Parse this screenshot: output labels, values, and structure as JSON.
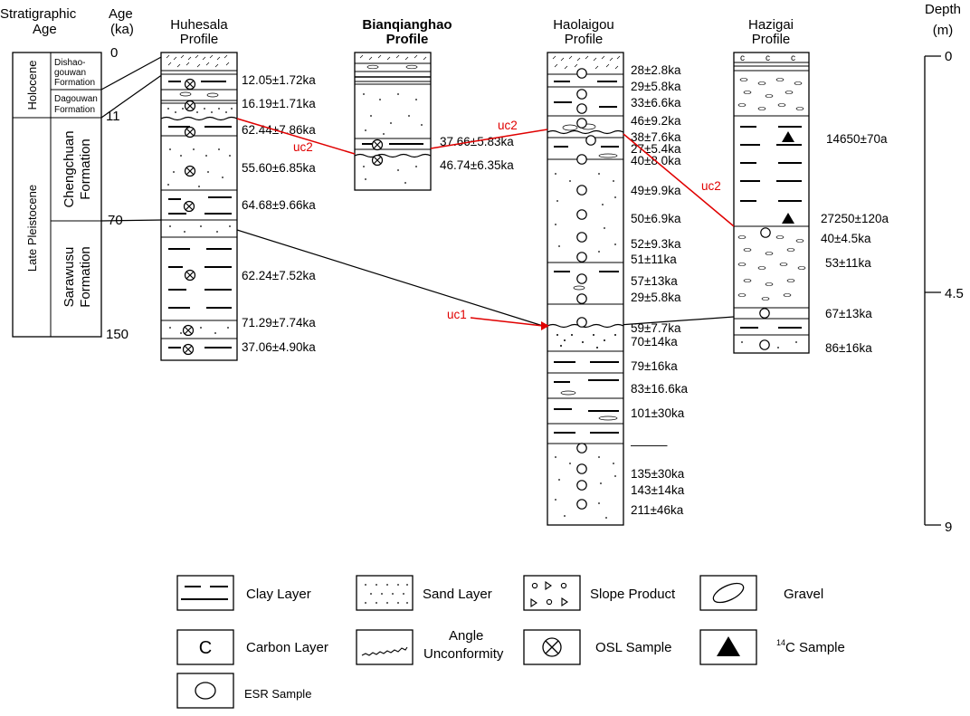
{
  "strat_column": {
    "header_stratigraphic": "Stratigraphic",
    "header_age_word": "Age",
    "header_age": "Age",
    "header_ka": "(ka)",
    "epoch_holocene": "Holocene",
    "epoch_late_pleistocene": "Late Pleistocene",
    "formations": [
      "Dishao-",
      "gouwan",
      "Formation",
      "Dagouwan",
      "Formation"
    ],
    "formation_chengchuan": [
      "Chengchuan",
      "Formation"
    ],
    "formation_sarawusu": [
      "Sarawusu",
      "Formation"
    ],
    "age_ticks": [
      "0",
      "11",
      "70",
      "150"
    ]
  },
  "profiles": {
    "huhesala": {
      "title": [
        "Huhesala",
        "Profile"
      ],
      "ages": [
        "12.05±1.72ka",
        "16.19±1.71ka",
        "62.44±7.86ka",
        "55.60±6.85ka",
        "64.68±9.66ka",
        "62.24±7.52ka",
        "71.29±7.74ka",
        "37.06±4.90ka"
      ]
    },
    "bianqianghao": {
      "title": [
        "Bianqianghao",
        "Profile"
      ],
      "ages": [
        "37.66±5.83ka",
        "46.74±6.35ka"
      ]
    },
    "haolaigou": {
      "title": [
        "Haolaigou",
        "Profile"
      ],
      "ages": [
        "28±2.8ka",
        "29±5.8ka",
        "33±6.6ka",
        "46±9.2ka",
        "38±7.6ka",
        "27±5.4ka",
        "40±8.0ka",
        "49±9.9ka",
        "50±6.9ka",
        "52±9.3ka",
        "51±11ka",
        "57±13ka",
        "29±5.8ka",
        "59±7.7ka",
        "70±14ka",
        "79±16ka",
        "83±16.6ka",
        "101±30ka",
        "———",
        "135±30ka",
        "143±14ka",
        "211±46ka"
      ]
    },
    "hazigai": {
      "title": [
        "Hazigai",
        "Profile"
      ],
      "ages": [
        "14650±70a",
        "27250±120a",
        "40±4.5ka",
        "53±11ka",
        "67±13ka",
        "86±16ka"
      ]
    }
  },
  "unconformities": {
    "uc2_a": "uc2",
    "uc2_b": "uc2",
    "uc2_c": "uc2",
    "uc1": "uc1"
  },
  "depth_axis": {
    "title": [
      "Depth",
      "(m)"
    ],
    "ticks": [
      "0",
      "4.5",
      "9"
    ]
  },
  "legend": {
    "clay": "Clay Layer",
    "sand": "Sand Layer",
    "slope": "Slope Product",
    "gravel": "Gravel",
    "carbon": "Carbon Layer",
    "carbon_symbol": "C",
    "unconformity": [
      "Angle",
      "Unconformity"
    ],
    "osl": "OSL Sample",
    "c14_sup": "14",
    "c14": "C Sample",
    "esr": "ESR Sample"
  },
  "colors": {
    "correlation_red": "#e00000",
    "line_black": "#000000"
  }
}
